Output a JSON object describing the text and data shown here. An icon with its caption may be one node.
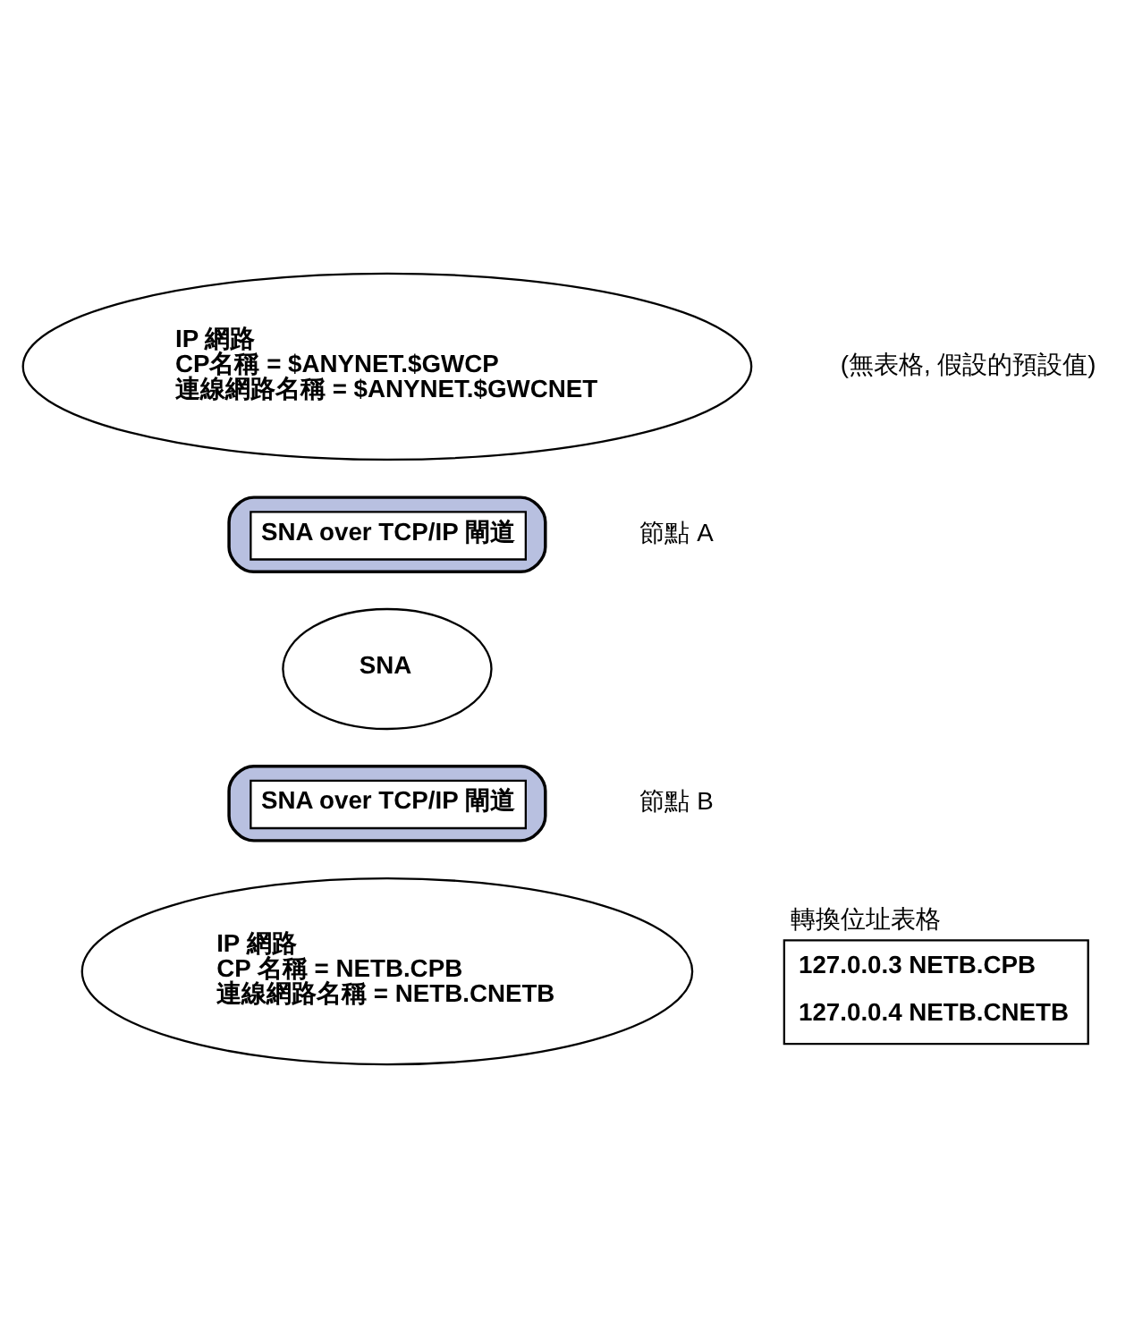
{
  "diagram": {
    "nodes": [
      {
        "text": [
          "IP 網路",
          "CP名稱 = $ANYNET.$GWCP",
          "連線網路名稱 = $ANYNET.$GWCNET"
        ]
      },
      {
        "text": [
          "SNA over TCP/IP 閘道"
        ],
        "beside": [
          "節點 A"
        ]
      },
      {
        "text": [
          "SNA"
        ]
      },
      {
        "text": [
          "SNA over TCP/IP 閘道"
        ],
        "beside": [
          "節點 B"
        ]
      },
      {
        "text": [
          "IP 網路",
          "CP 名稱 = NETB.CPB",
          "連線網路名稱 = NETB.CNETB"
        ]
      },
      {
        "text": [
          "轉換位址表格",
          "127.0.0.3 NETB.CPB",
          "127.0.0.4 NETB.CNETB"
        ]
      }
    ],
    "labels": [
      "(無表格, 假設的預設值)"
    ]
  }
}
